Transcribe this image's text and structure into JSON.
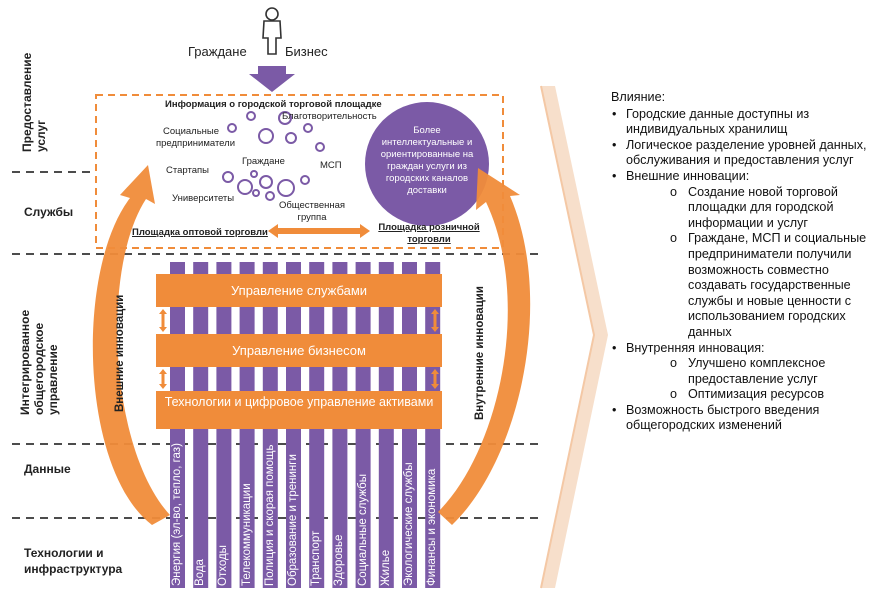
{
  "top": {
    "citizens": "Граждане",
    "business": "Бизнес"
  },
  "layers": {
    "service_delivery": "Предоставление услуг",
    "services": "Службы",
    "integrated": "Интегрированное общегородское управление",
    "data": "Данные",
    "tech": "Технологии и инфраструктура"
  },
  "marketplace": {
    "title": "Информация о городской торговой площадке",
    "social_entrepreneurs": "Социальные предприниматели",
    "charity": "Благотворительность",
    "citizens": "Граждане",
    "startups": "Стартапы",
    "sme": "МСП",
    "universities": "Университеты",
    "community_group": "Общественная группа",
    "circle_text": "Более интеллектуальные и ориентированные на граждан услуги из городских каналов доставки",
    "wholesale": "Площадка оптовой торговли",
    "retail": "Площадка розничной торговли"
  },
  "side": {
    "external": "Внешние инновации",
    "internal": "Внутренние инновации"
  },
  "bands": {
    "services": "Управление службами",
    "business": "Управление бизнесом",
    "tech": "Технологии и цифровое управление активами"
  },
  "columns": [
    "Энергия (эл-во, тепло, газ)",
    "Вода",
    "Отходы",
    "Телекоммуникации",
    "Полиция и скорая помощь",
    "Образование и тренинги",
    "Транспорт",
    "Здоровье",
    "Социальные службы",
    "Жилье",
    "Экологические службы",
    "Финансы и экономика"
  ],
  "impact": {
    "title": "Влияние:",
    "b1": "Городские данные  доступны из индивидуальных хранилищ",
    "b2": "Логическое разделение уровней данных, обслуживания и предоставления услуг",
    "b3": "Внешние инновации:",
    "b3a": "Создание новой торговой площадки для городской информации и услуг",
    "b3b": "Граждане, МСП и социальные предприниматели получили возможность совместно создавать государственные службы и новые ценности с использованием городских данных",
    "b4": "Внутренняя инновация:",
    "b4a": "Улучшено комплексное предоставление услуг",
    "b4b": "Оптимизация ресурсов",
    "b5": "Возможность быстрого введения общегородских изменений"
  },
  "colors": {
    "purple": "#7b5aa6",
    "orange": "#f08c3a",
    "arrow_gray": "#f3dccb"
  }
}
